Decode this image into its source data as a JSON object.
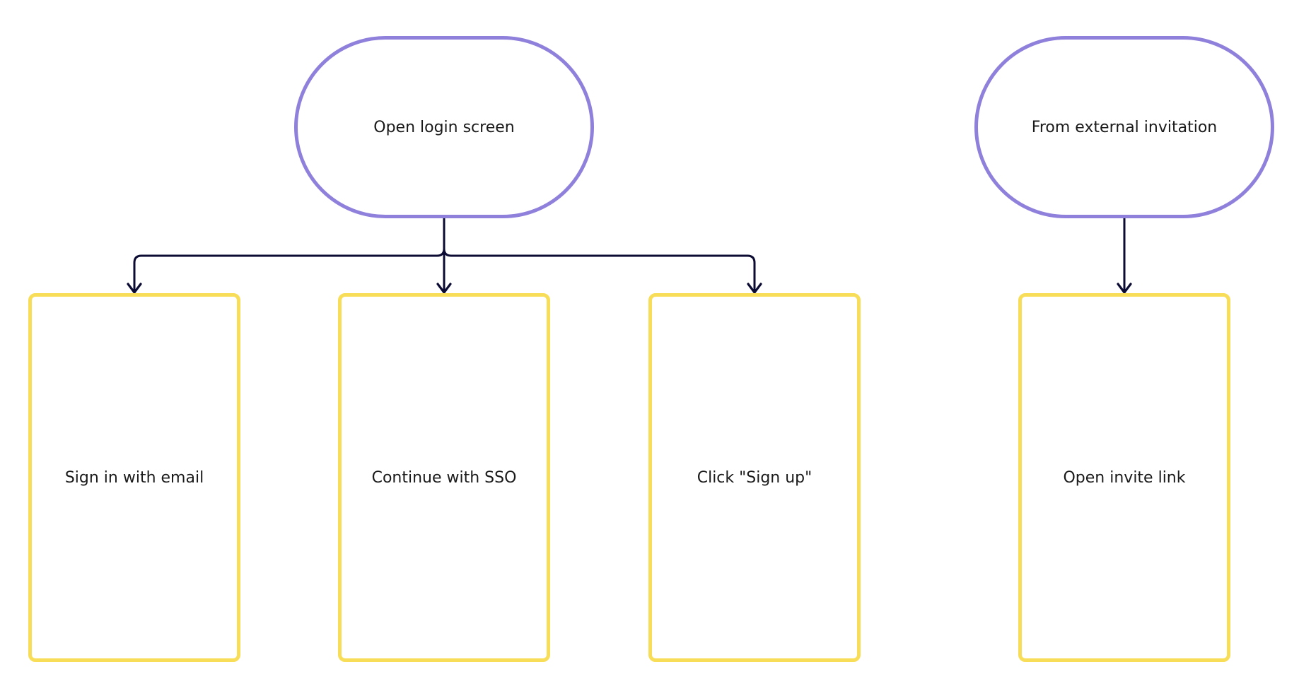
{
  "colors": {
    "terminal_border": "#8f80dc",
    "screen_border": "#f8dd58",
    "connector": "#0b0b33",
    "background": "#ffffff"
  },
  "nodes": {
    "open_login": {
      "label": "Open login screen",
      "shape": "terminal"
    },
    "external_invite": {
      "label": "From external invitation",
      "shape": "terminal"
    },
    "sign_in_email": {
      "label": "Sign in with email",
      "shape": "screen"
    },
    "continue_sso": {
      "label": "Continue with SSO",
      "shape": "screen"
    },
    "click_sign_up": {
      "label": "Click \"Sign up\"",
      "shape": "screen"
    },
    "open_invite_link": {
      "label": "Open invite link",
      "shape": "screen"
    }
  },
  "edges": [
    {
      "from": "open_login",
      "to": "sign_in_email"
    },
    {
      "from": "open_login",
      "to": "continue_sso"
    },
    {
      "from": "open_login",
      "to": "click_sign_up"
    },
    {
      "from": "external_invite",
      "to": "open_invite_link"
    }
  ]
}
